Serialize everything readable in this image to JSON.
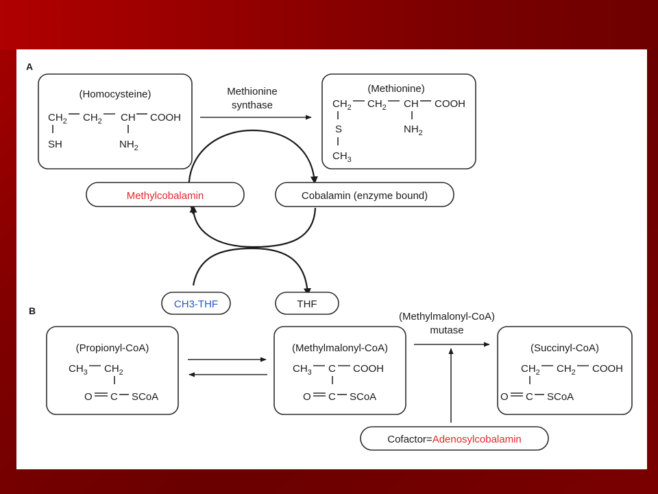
{
  "panels": {
    "a": "A",
    "b": "B"
  },
  "colors": {
    "red": "#e3262a",
    "blue": "#2456c8",
    "bg_red": "#8b0000"
  },
  "a": {
    "homocysteine": {
      "title": "(Homocysteine)",
      "ch2_1": "CH",
      "ch2_2": "CH",
      "ch": "CH",
      "cooh": "COOH",
      "sh": "SH",
      "nh": "NH",
      "sub2": "2"
    },
    "enzyme": {
      "line1": "Methionine",
      "line2": "synthase"
    },
    "methionine": {
      "title": "(Methionine)",
      "ch2_1": "CH",
      "ch2_2": "CH",
      "ch": "CH",
      "cooh": "COOH",
      "s": "S",
      "ch3": "CH",
      "nh": "NH",
      "sub2": "2",
      "sub3": "3"
    },
    "methylcobalamin": "Methylcobalamin",
    "cobalamin": "Cobalamin (enzyme bound)",
    "ch3thf": "CH3-THF",
    "thf": "THF"
  },
  "b": {
    "propionyl": {
      "title": "(Propionyl-CoA)",
      "ch3": "CH",
      "ch2": "CH",
      "o": "O",
      "c": "C",
      "scoa": "SCoA",
      "sub2": "2",
      "sub3": "3"
    },
    "enzyme": {
      "line1": "(Methylmalonyl-CoA)",
      "line2": "mutase"
    },
    "methylmalonyl": {
      "title": "(Methylmalonyl-CoA)",
      "ch3": "CH",
      "c": "C",
      "cooh": "COOH",
      "o": "O",
      "c2": "C",
      "scoa": "SCoA",
      "sub3": "3"
    },
    "succinyl": {
      "title": "(Succinyl-CoA)",
      "ch2_1": "CH",
      "ch2_2": "CH",
      "cooh": "COOH",
      "o": "O",
      "c": "C",
      "scoa": "SCoA",
      "sub2": "2"
    },
    "cofactor": {
      "prefix": "Cofactor=",
      "name": "Adenosylcobalamin"
    }
  }
}
